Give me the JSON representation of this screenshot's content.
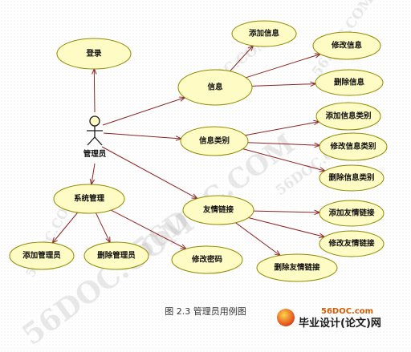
{
  "watermarks": [
    "56DOC.COM",
    "56DOC.COM",
    "56DOC.COM",
    "56DOC.COM",
    "56DOC.COM",
    "56DOC.COM"
  ],
  "actor": {
    "label": "管理员"
  },
  "use_cases": [
    {
      "id": "login",
      "label": "登录"
    },
    {
      "id": "info",
      "label": "信息"
    },
    {
      "id": "add_info",
      "label": "添加信息"
    },
    {
      "id": "edit_info",
      "label": "修改信息"
    },
    {
      "id": "delete_info",
      "label": "删除信息"
    },
    {
      "id": "info_category",
      "label": "信息类别"
    },
    {
      "id": "add_category",
      "label": "添加信息类别"
    },
    {
      "id": "edit_category",
      "label": "修改信息类别"
    },
    {
      "id": "delete_category",
      "label": "删除信息类别"
    },
    {
      "id": "friend_links",
      "label": "友情链接"
    },
    {
      "id": "add_link",
      "label": "添加友情链接"
    },
    {
      "id": "edit_link",
      "label": "修改友情链接"
    },
    {
      "id": "delete_link",
      "label": "删除友情链接"
    },
    {
      "id": "system_mgmt",
      "label": "系统管理"
    },
    {
      "id": "add_admin",
      "label": "添加管理员"
    },
    {
      "id": "delete_admin",
      "label": "删除管理员"
    },
    {
      "id": "change_password",
      "label": "修改密码"
    }
  ],
  "associations": [
    {
      "from": "actor",
      "to": "login"
    },
    {
      "from": "actor",
      "to": "info"
    },
    {
      "from": "actor",
      "to": "info_category"
    },
    {
      "from": "actor",
      "to": "friend_links"
    },
    {
      "from": "actor",
      "to": "system_mgmt"
    },
    {
      "from": "info",
      "to": "add_info"
    },
    {
      "from": "info",
      "to": "edit_info"
    },
    {
      "from": "info",
      "to": "delete_info"
    },
    {
      "from": "info_category",
      "to": "add_category"
    },
    {
      "from": "info_category",
      "to": "edit_category"
    },
    {
      "from": "info_category",
      "to": "delete_category"
    },
    {
      "from": "friend_links",
      "to": "add_link"
    },
    {
      "from": "friend_links",
      "to": "edit_link"
    },
    {
      "from": "friend_links",
      "to": "delete_link"
    },
    {
      "from": "system_mgmt",
      "to": "add_admin"
    },
    {
      "from": "system_mgmt",
      "to": "delete_admin"
    },
    {
      "from": "system_mgmt",
      "to": "change_password"
    }
  ],
  "caption": "图 2.3    管理员用例图",
  "branding": {
    "site_url": "56DOC.com",
    "site_name": "毕业设计(论文)网"
  },
  "colors": {
    "ellipse_fill": "#fffbc4",
    "ellipse_stroke": "#8f8900",
    "arrow": "#8b2323",
    "url_orange": "#d45a00"
  }
}
